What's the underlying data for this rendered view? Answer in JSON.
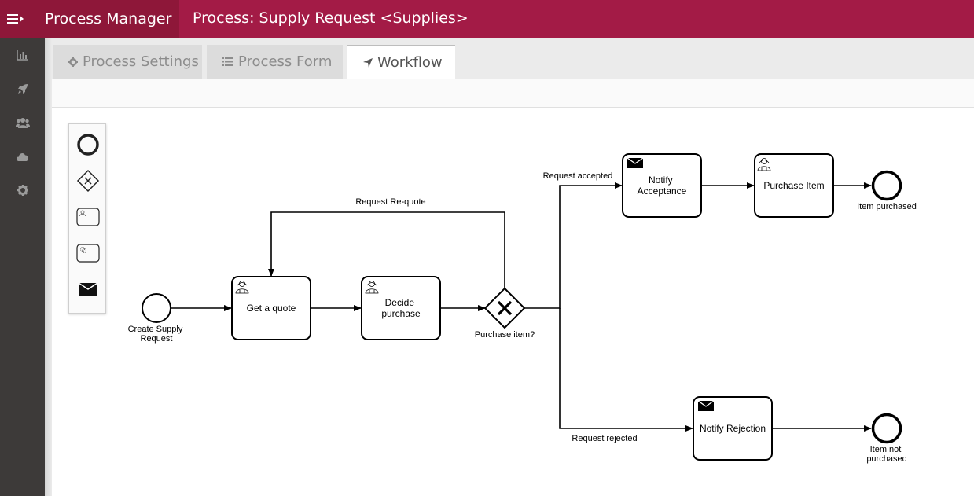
{
  "app": {
    "brand": "Process Manager",
    "page_title": "Process: Supply Request <Supplies>"
  },
  "sidebar": {
    "items": [
      {
        "icon": "bar-chart-icon"
      },
      {
        "icon": "rocket-icon"
      },
      {
        "icon": "users-icon"
      },
      {
        "icon": "cloud-icon"
      },
      {
        "icon": "gear-icon"
      }
    ]
  },
  "tabs": [
    {
      "label": "Process Settings",
      "icon": "gear-icon"
    },
    {
      "label": "Process Form",
      "icon": "list-icon"
    },
    {
      "label": "Workflow",
      "icon": "location-arrow-icon",
      "active": true
    }
  ],
  "palette": {
    "items": [
      {
        "icon": "end-event-icon"
      },
      {
        "icon": "gateway-icon"
      },
      {
        "icon": "user-task-icon"
      },
      {
        "icon": "service-task-icon"
      },
      {
        "icon": "message-task-icon"
      }
    ]
  },
  "diagram": {
    "start_event": "Create Supply\nRequest",
    "task_quote": "Get a quote",
    "task_decide": "Decide\npurchase",
    "gateway": "Purchase item?",
    "flow_requote": "Request Re-quote",
    "flow_accepted": "Request accepted",
    "flow_rejected": "Request rejected",
    "task_notify_accept": "Notify\nAcceptance",
    "task_purchase": "Purchase Item",
    "task_notify_reject": "Notify Rejection",
    "end_purchased": "Item purchased",
    "end_not_purchased": "Item not\npurchased"
  }
}
